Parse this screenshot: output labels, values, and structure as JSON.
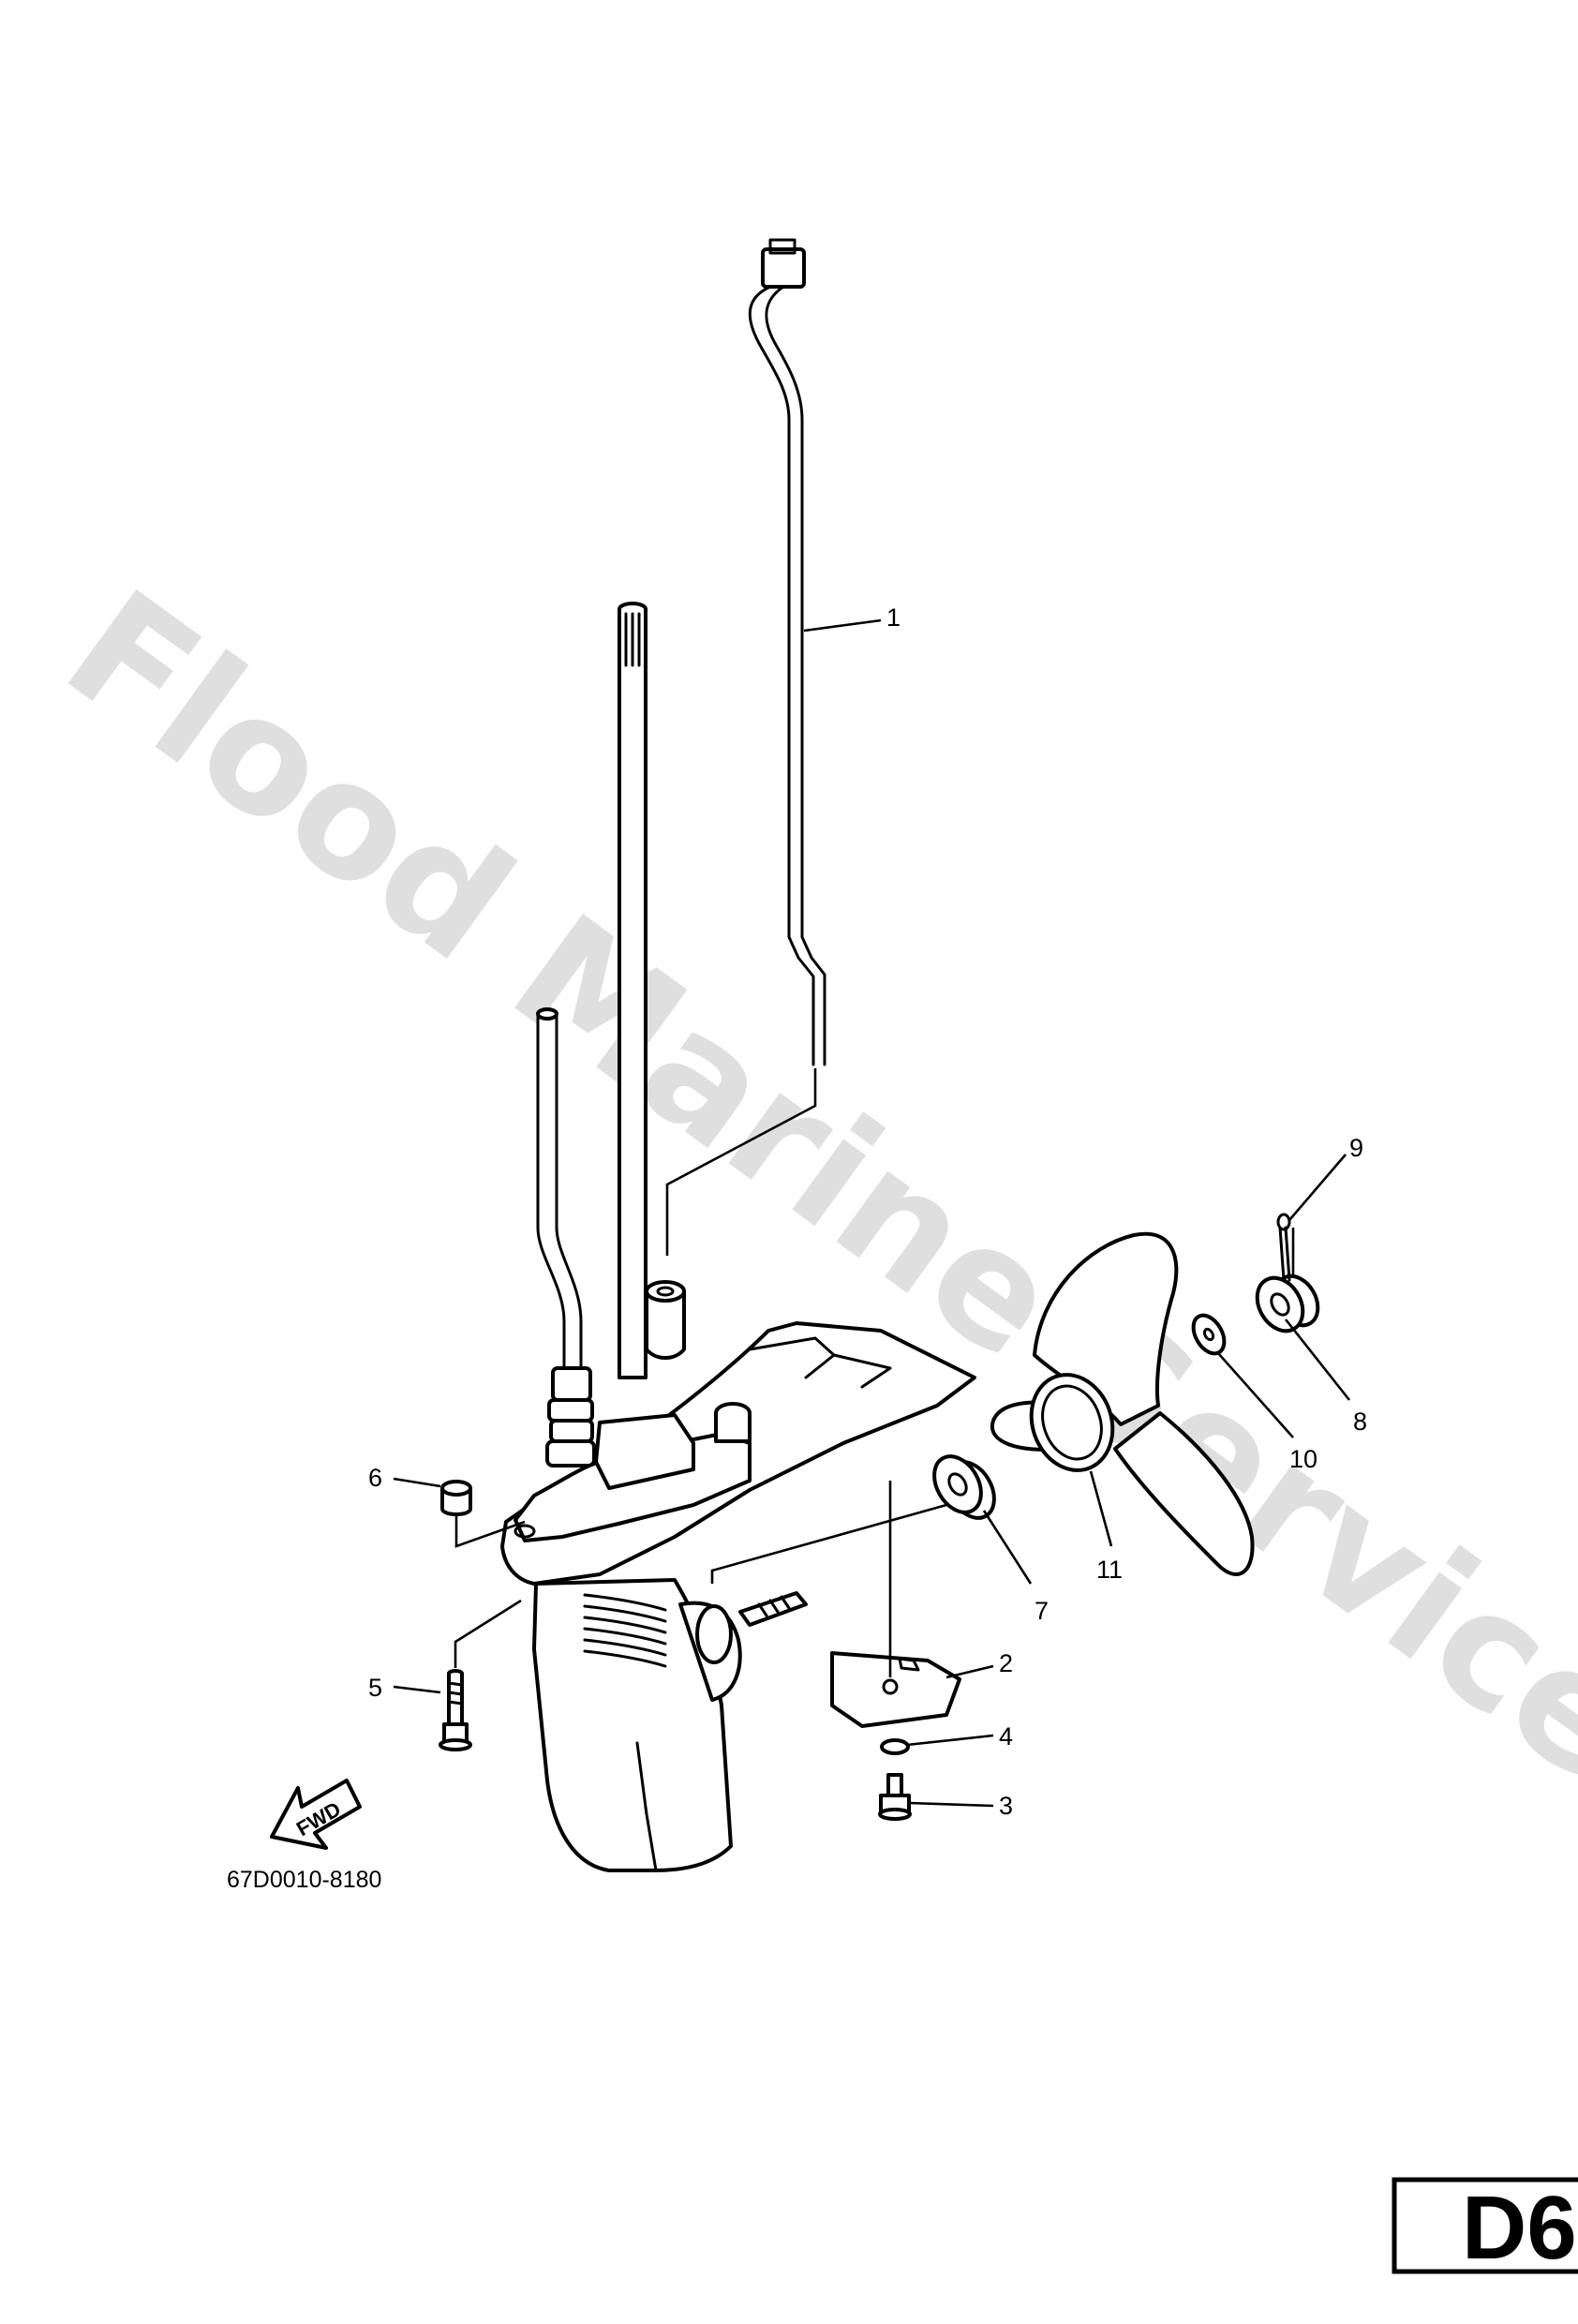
{
  "watermark": "Flood Marine Services",
  "diagram_code": "67D0010-8180",
  "fwd_label": "FWD",
  "page_tab": "D6",
  "callouts": [
    {
      "id": "1",
      "label": "1"
    },
    {
      "id": "2",
      "label": "2"
    },
    {
      "id": "3",
      "label": "3"
    },
    {
      "id": "4",
      "label": "4"
    },
    {
      "id": "5",
      "label": "5"
    },
    {
      "id": "6",
      "label": "6"
    },
    {
      "id": "7",
      "label": "7"
    },
    {
      "id": "8",
      "label": "8"
    },
    {
      "id": "9",
      "label": "9"
    },
    {
      "id": "10",
      "label": "10"
    },
    {
      "id": "11",
      "label": "11"
    }
  ]
}
